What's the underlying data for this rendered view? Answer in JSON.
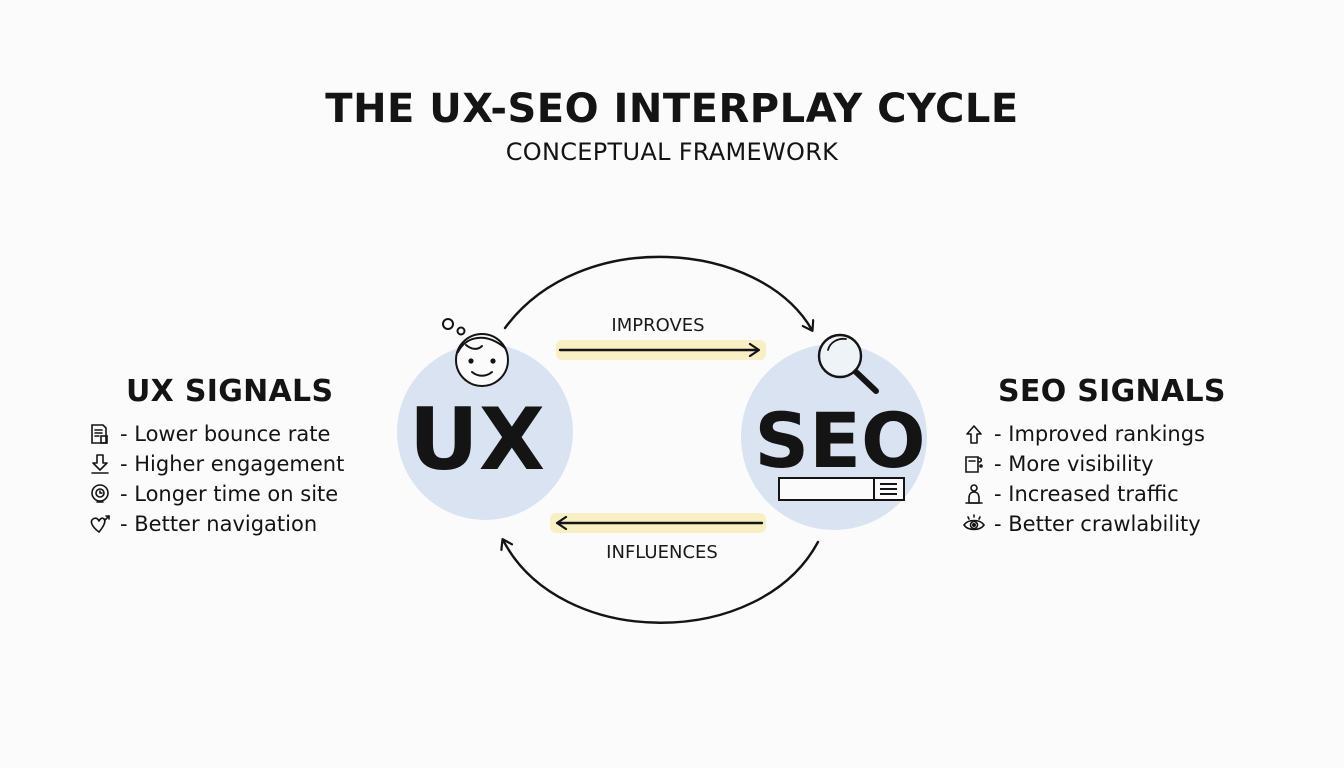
{
  "title": "THE UX-SEO INTERPLAY CYCLE",
  "subtitle": "CONCEPTUAL FRAMEWORK",
  "nodes": {
    "ux": {
      "label": "UX"
    },
    "seo": {
      "label": "SEO"
    }
  },
  "edges": {
    "top": {
      "label": "IMPROVES"
    },
    "bottom": {
      "label": "INFLUENCES"
    }
  },
  "ux_panel": {
    "heading": "UX SIGNALS",
    "items": [
      {
        "icon": "document-icon",
        "text": "- Lower bounce rate"
      },
      {
        "icon": "arrow-down-icon",
        "text": "- Higher engagement"
      },
      {
        "icon": "clock-icon",
        "text": "- Longer time on site"
      },
      {
        "icon": "heart-icon",
        "text": "- Better navigation"
      }
    ]
  },
  "seo_panel": {
    "heading": "SEO SIGNALS",
    "items": [
      {
        "icon": "arrow-up-icon",
        "text": "- Improved rankings"
      },
      {
        "icon": "visibility-icon",
        "text": "- More visibility"
      },
      {
        "icon": "traffic-icon",
        "text": "- Increased traffic"
      },
      {
        "icon": "eye-icon",
        "text": "- Better crawlability"
      }
    ]
  },
  "colors": {
    "node_fill": "#d9e3f1",
    "highlight": "#f8efc4",
    "ink": "#141414"
  }
}
